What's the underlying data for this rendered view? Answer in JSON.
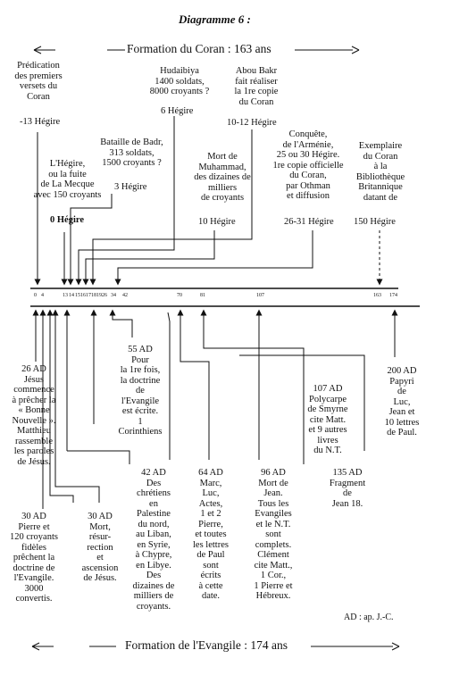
{
  "title": "Diagramme 6 :",
  "coran_heading": "Formation du Coran : 163 ans",
  "evangile_heading": "Formation de l'Evangile : 174 ans",
  "footnote": "AD : ap. J.-C.",
  "coran_events": [
    {
      "text": "Prédication\ndes premiers\nversets du\nCoran",
      "date": "-13 Hégire"
    },
    {
      "text": "L'Hégire,\nou la fuite\nde La Mecque\navec 150 croyants",
      "date": "0 Hégire"
    },
    {
      "text": "Bataille de Badr,\n313 soldats,\n1500 croyants ?",
      "date": "3 Hégire"
    },
    {
      "text": "Hudaibiya\n1400 soldats,\n8000 croyants ?",
      "date": "6 Hégire"
    },
    {
      "text": "Mort de\nMuhammad,\ndes dizaines de\nmilliers\nde croyants",
      "date": "10 Hégire"
    },
    {
      "text": "Abou Bakr\nfait réaliser\nla 1re copie\ndu Coran",
      "date": "10-12 Hégire"
    },
    {
      "text": "Conquête,\nde l'Arménie,\n25 ou 30 Hégire.\n1re copie officielle\ndu Coran,\npar Othman\net diffusion",
      "date": "26-31 Hégire"
    },
    {
      "text": "Exemplaire\ndu Coran\nà la\nBibliothèque\nBritannique\ndatant de",
      "date": "150 Hégire"
    }
  ],
  "ticks": [
    "0",
    "4",
    "13",
    "14",
    "15",
    "16",
    "17",
    "18",
    "19",
    "26",
    "34",
    "42",
    "70",
    "81",
    "107",
    "163",
    "174"
  ],
  "evangile_events": [
    {
      "text": "26 AD\nJésus\ncommence\nà prêcher la\n« Bonne\nNouvelle ».\nMatthieu\nrassemble\nles paroles\nde Jésus."
    },
    {
      "text": "30 AD\nPierre et\n120 croyants\nfidèles\nprêchent la\ndoctrine de\nl'Evangile.\n3000\nconvertis."
    },
    {
      "text": "30 AD\nMort,\nrésur-\nrection\net\nascension\nde Jésus."
    },
    {
      "text": "55 AD\nPour\nla 1re fois,\nla doctrine\nde\nl'Evangile\nest écrite.\n1\nCorinthiens"
    },
    {
      "text": "42 AD\nDes\nchrétiens\nen\nPalestine\ndu nord,\nau Liban,\nen Syrie,\nà Chypre,\nen Libye.\nDes\ndizaines de\nmilliers de\ncroyants."
    },
    {
      "text": "64 AD\nMarc,\nLuc,\nActes,\n1 et 2\nPierre,\net toutes\nles lettres\nde Paul\nsont\nécrits\nà cette\ndate."
    },
    {
      "text": "96 AD\nMort de\nJean.\nTous les\nEvangiles\net le N.T.\nsont\ncomplets.\nClément\ncite Matt.,\n1 Cor.,\n1 Pierre et\nHébreux."
    },
    {
      "text": "107 AD\nPolycarpe\nde Smyrne\ncite Matt.\net 9 autres\nlivres\ndu N.T."
    },
    {
      "text": "135 AD\nFragment\nde\nJean 18."
    },
    {
      "text": "200 AD\nPapyri\nde\nLuc,\nJean et\n10 lettres\nde Paul."
    }
  ]
}
